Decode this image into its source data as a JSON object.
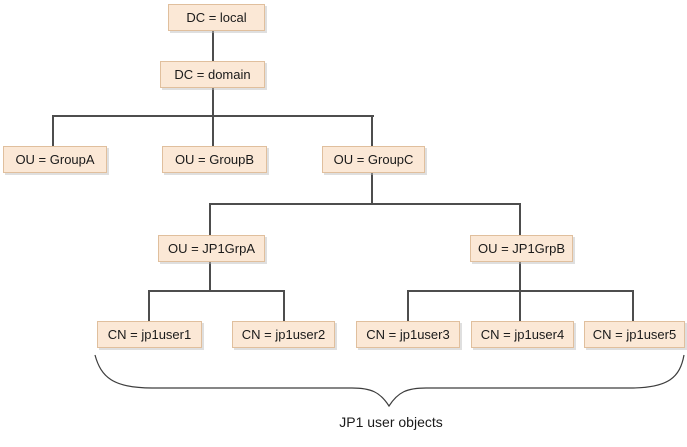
{
  "diagram": {
    "type": "directory-tree",
    "nodes": {
      "dc_local": {
        "label": "DC = local",
        "parent": null
      },
      "dc_domain": {
        "label": "DC = domain",
        "parent": "dc_local"
      },
      "ou_groupa": {
        "label": "OU = GroupA",
        "parent": "dc_domain"
      },
      "ou_groupb": {
        "label": "OU = GroupB",
        "parent": "dc_domain"
      },
      "ou_groupc": {
        "label": "OU = GroupC",
        "parent": "dc_domain"
      },
      "ou_jp1grpa": {
        "label": "OU = JP1GrpA",
        "parent": "ou_groupc"
      },
      "ou_jp1grpb": {
        "label": "OU = JP1GrpB",
        "parent": "ou_groupc"
      },
      "cn_jp1user1": {
        "label": "CN = jp1user1",
        "parent": "ou_jp1grpa"
      },
      "cn_jp1user2": {
        "label": "CN = jp1user2",
        "parent": "ou_jp1grpa"
      },
      "cn_jp1user3": {
        "label": "CN = jp1user3",
        "parent": "ou_jp1grpb"
      },
      "cn_jp1user4": {
        "label": "CN = jp1user4",
        "parent": "ou_jp1grpb"
      },
      "cn_jp1user5": {
        "label": "CN = jp1user5",
        "parent": "ou_jp1grpb"
      }
    },
    "brace_caption": "JP1 user objects",
    "colors": {
      "box_fill": "#fbe8d6",
      "box_border": "#e0bf9d",
      "connector_line": "#4d4d4d",
      "brace": "#3d3d3d",
      "text": "#1a1a1a",
      "background": "#ffffff"
    }
  }
}
